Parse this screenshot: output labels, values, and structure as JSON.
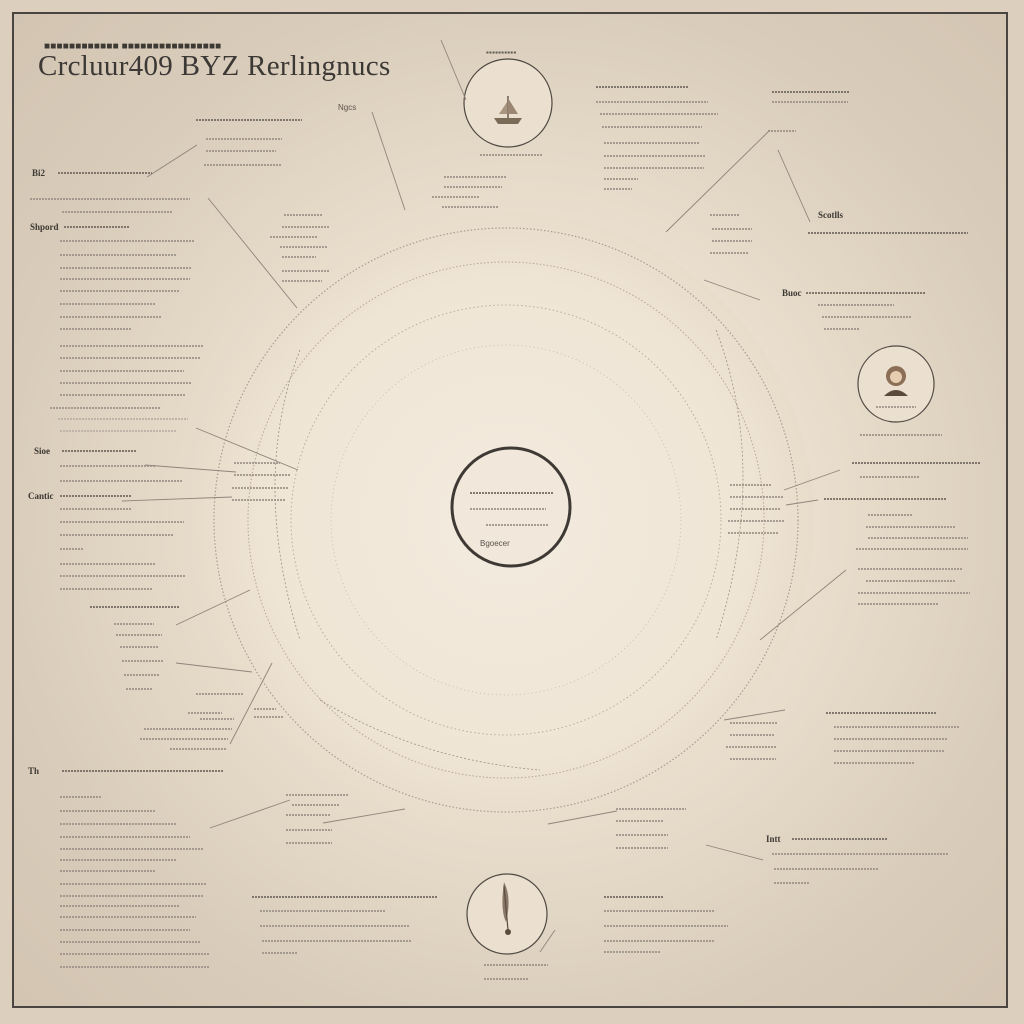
{
  "title": "Crcluur409 BYZ Rerlingnucs",
  "labels": {
    "top_kicker": "",
    "top_small": "Ngcs",
    "emblem_top_label": "",
    "emblem_top_caption": "",
    "left_header_1": "Bi2",
    "left_header_2": "Shpord",
    "left_header_3": "Sioe",
    "left_header_4": "Cantic",
    "left_header_5": "Th",
    "right_header_1": "Scotlls",
    "right_header_2": "Buoc",
    "center_label": "Bgoecer",
    "bottom_right_header": "Intt"
  },
  "colors": {
    "background": "#dccfbe",
    "ink": "#3b3835",
    "line": "#9a9087"
  },
  "icons": {
    "top_emblem": "sailing-ship-icon",
    "right_emblem": "person-portrait-icon",
    "bottom_emblem": "quill-pen-icon"
  }
}
